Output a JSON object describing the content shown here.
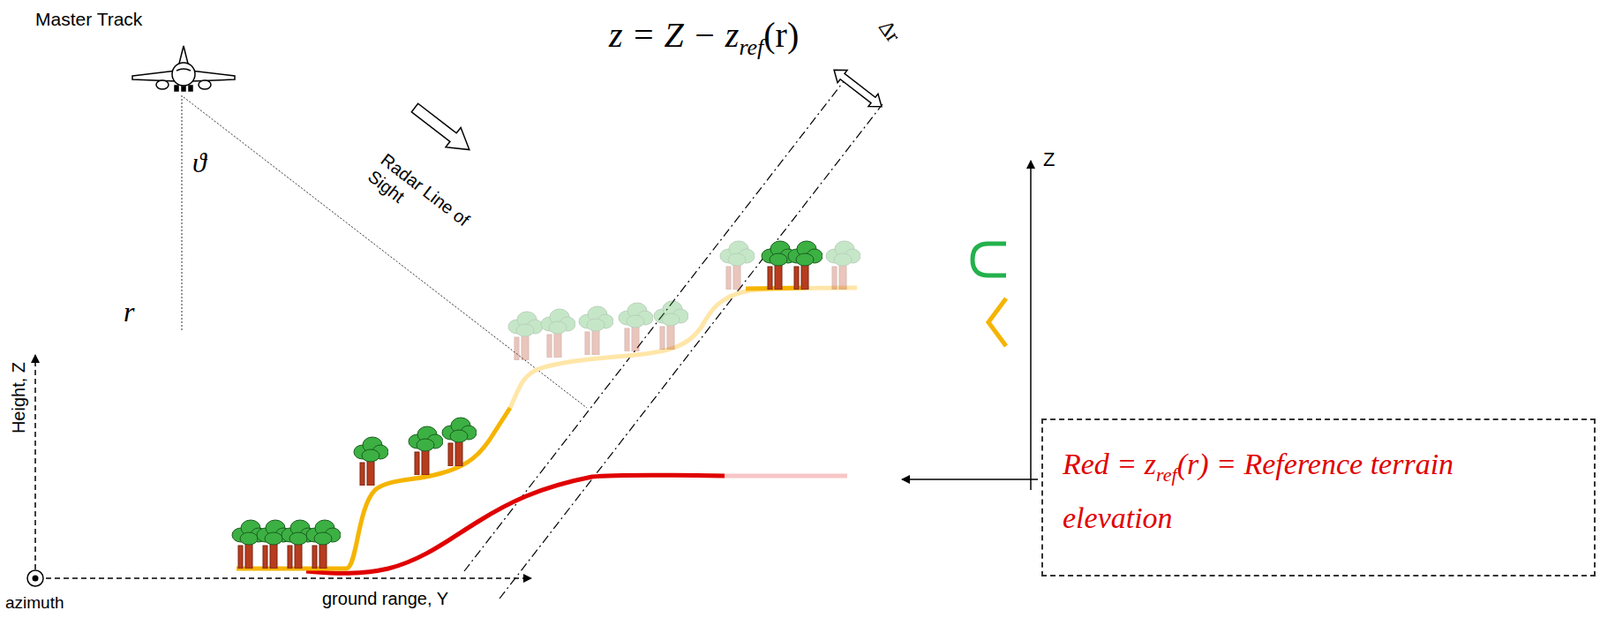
{
  "diagram": {
    "nodes": [
      {
        "text": [
          "Red = z",
          "ref",
          "(r) = Reference terrain elevation"
        ]
      }
    ],
    "labels": [
      "Master Track",
      "z = Z − z",
      "ref",
      "(r)",
      "ϑ",
      "Radar Line of Sight",
      "Δr",
      "r",
      "Height, Z",
      "azimuth",
      "ground range, Y",
      "Z"
    ]
  }
}
